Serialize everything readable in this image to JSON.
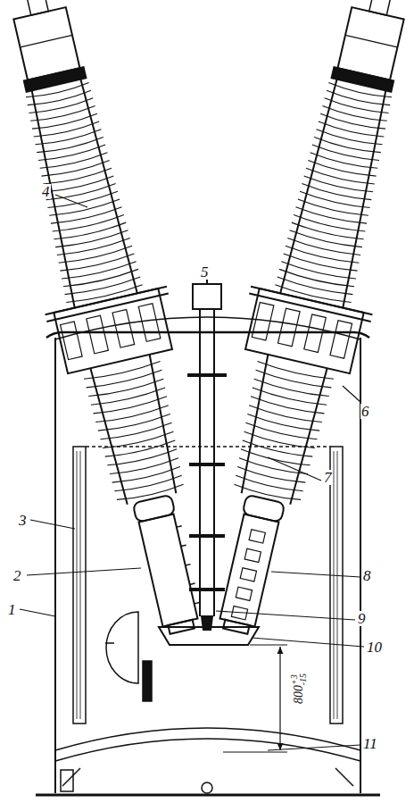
{
  "diagram": {
    "labels": [
      "1",
      "2",
      "3",
      "4",
      "5",
      "6",
      "7",
      "8",
      "9",
      "10",
      "11",
      "800",
      "+3",
      "-15"
    ]
  }
}
